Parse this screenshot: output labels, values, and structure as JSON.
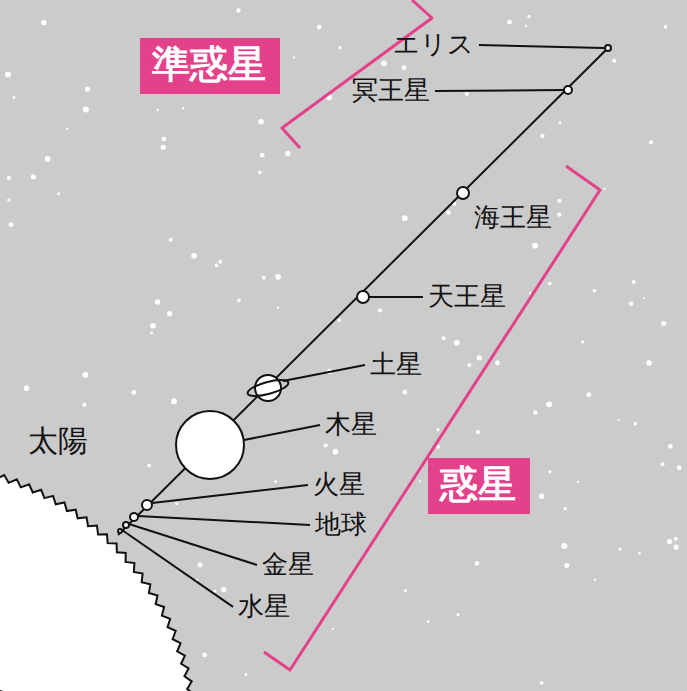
{
  "diagram": {
    "nodes": [
      {
        "text": [
          "準惑星"
        ]
      },
      {
        "text": [
          "惑星"
        ]
      }
    ],
    "labels": [
      "エリス",
      "冥王星",
      "海王星",
      "天王星",
      "土星",
      "木星",
      "火星",
      "地球",
      "金星",
      "水星",
      "太陽"
    ]
  }
}
